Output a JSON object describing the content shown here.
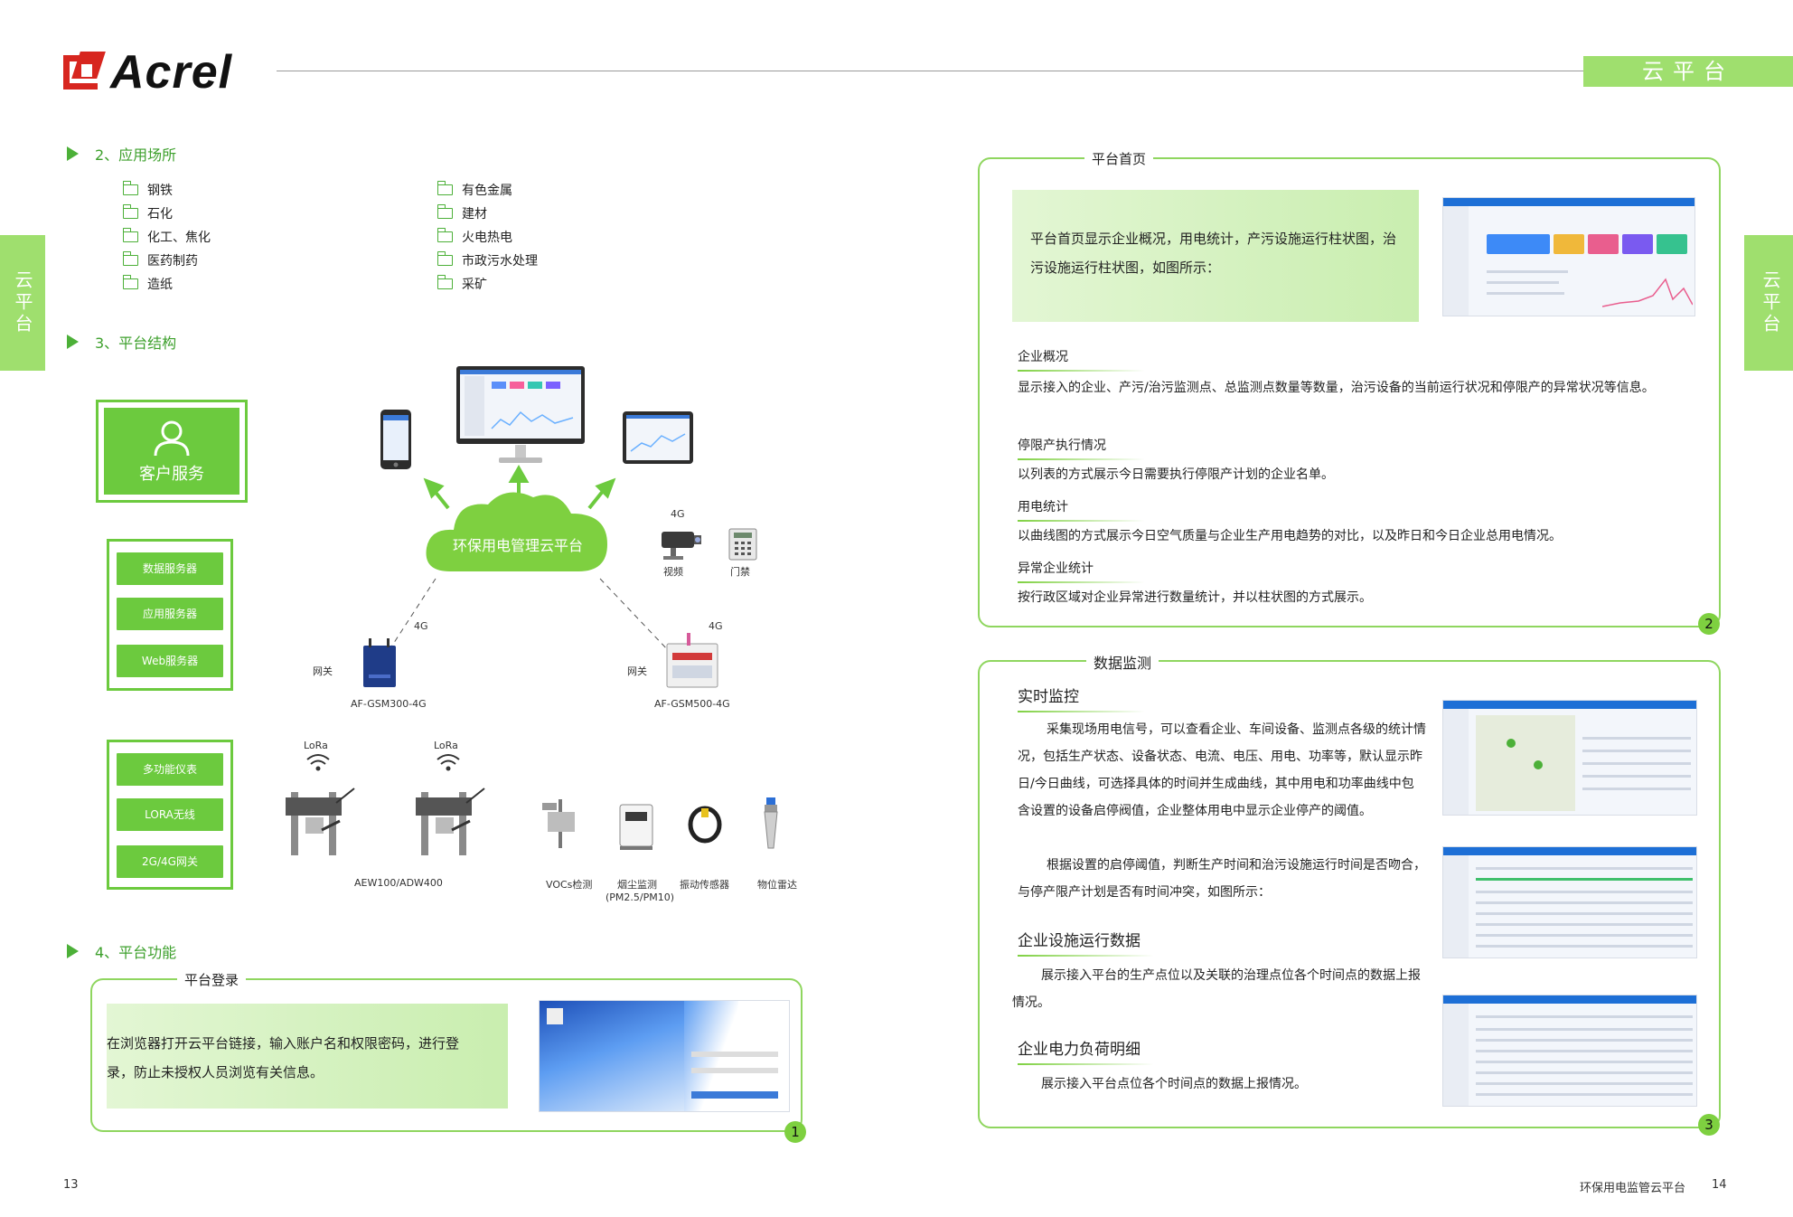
{
  "header": {
    "brand": "Acrel",
    "section_tab": "云平台"
  },
  "side_tabs": {
    "left": "云平台",
    "right": "云平台"
  },
  "left_page": {
    "application": {
      "heading": "2、应用场所",
      "col1": [
        "钢铁",
        "石化",
        "化工、焦化",
        "医药制药",
        "造纸"
      ],
      "col2": [
        "有色金属",
        "建材",
        "火电热电",
        "市政污水处理",
        "采矿"
      ]
    },
    "structure": {
      "heading": "3、平台结构",
      "customer_service": "客户服务",
      "servers": [
        "数据服务器",
        "应用服务器",
        "Web服务器"
      ],
      "field": [
        "多功能仪表",
        "LORA无线",
        "2G/4G网关"
      ],
      "cloud": "环保用电管理云平台",
      "gateway_left": {
        "label": "网关",
        "signal": "4G",
        "model": "AF-GSM300-4G"
      },
      "gateway_right": {
        "label": "网关",
        "signal": "4G",
        "model": "AF-GSM500-4G"
      },
      "camera": {
        "signal": "4G",
        "label": "视频"
      },
      "door": {
        "label": "门禁"
      },
      "lora": [
        "LoRa",
        "LoRa"
      ],
      "meters_label": "AEW100/ADW400",
      "sensors": [
        "VOCs检测",
        "烟尘监测\n(PM2.5/PM10)",
        "振动传感器",
        "物位雷达"
      ]
    },
    "function": {
      "heading": "4、平台功能",
      "panel_title": "平台登录",
      "text": "在浏览器打开云平台链接，输入账户名和权限密码，进行登录，防止未授权人员浏览有关信息。",
      "num": "1"
    },
    "page_num": "13"
  },
  "right_page": {
    "home": {
      "title": "平台首页",
      "note": "平台首页显示企业概况，用电统计，产污设施运行柱状图，治污设施运行柱状图，如图所示：",
      "items": [
        {
          "head": "企业概况",
          "text": "显示接入的企业、产污/治污监测点、总监测点数量等数量，治污设备的当前运行状况和停限产的异常状况等信息。"
        },
        {
          "head": "停限产执行情况",
          "text": "以列表的方式展示今日需要执行停限产计划的企业名单。"
        },
        {
          "head": "用电统计",
          "text": "以曲线图的方式展示今日空气质量与企业生产用电趋势的对比，以及昨日和今日企业总用电情况。"
        },
        {
          "head": "异常企业统计",
          "text": "按行政区域对企业异常进行数量统计，并以柱状图的方式展示。"
        }
      ],
      "num": "2"
    },
    "monitor": {
      "title": "数据监测",
      "realtime_head": "实时监控",
      "realtime_p1": "采集现场用电信号，可以查看企业、车间设备、监测点各级的统计情况，包括生产状态、设备状态、电流、电压、用电、功率等，默认显示昨日/今日曲线，可选择具体的时间并生成曲线，其中用电和功率曲线中包含设置的设备启停阀值，企业整体用电中显示企业停产的阈值。",
      "realtime_p2": "根据设置的启停阈值，判断生产时间和治污设施运行时间是否吻合，与停产限产计划是否有时间冲突，如图所示：",
      "facility_head": "企业设施运行数据",
      "facility_text": "展示接入平台的生产点位以及关联的治理点位各个时间点的数据上报情况。",
      "load_head": "企业电力负荷明细",
      "load_text": "展示接入平台点位各个时间点的数据上报情况。",
      "num": "3"
    },
    "footer_title": "环保用电监管云平台",
    "page_num": "14"
  },
  "colors": {
    "accent_green": "#7ed040",
    "tab_green": "#9fdf6e",
    "logo_red": "#d7261f",
    "heading_green": "#3da02c"
  }
}
